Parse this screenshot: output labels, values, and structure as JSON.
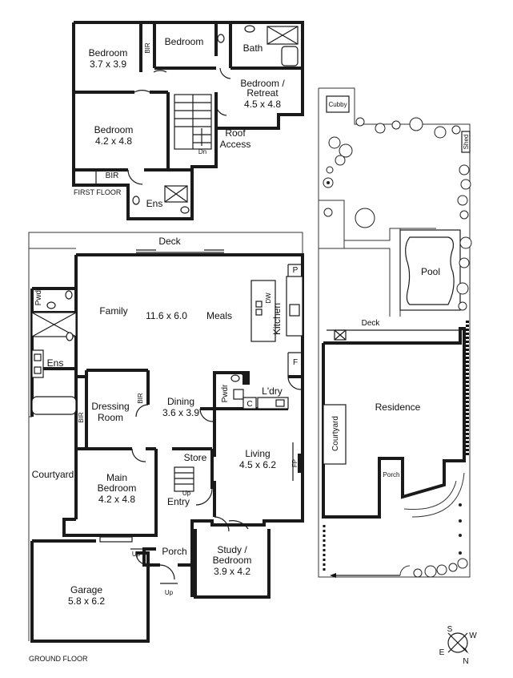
{
  "floors": {
    "first": "FIRST FLOOR",
    "ground": "GROUND FLOOR"
  },
  "first_floor_rooms": {
    "bedroom1": [
      "Bedroom",
      "3.7 x 3.9"
    ],
    "bedroom2": [
      "Bedroom"
    ],
    "bath": [
      "Bath"
    ],
    "retreat": [
      "Bedroom /",
      "Retreat",
      "4.5 x 4.8"
    ],
    "bedroom3": [
      "Bedroom",
      "4.2 x 4.8"
    ],
    "roof_access": [
      "Roof",
      "Access"
    ],
    "ens": [
      "Ens"
    ],
    "bir_top": "BIR",
    "bir_bottom": "BIR",
    "dn": "Dn"
  },
  "ground_floor_rooms": {
    "deck": "Deck",
    "pwdr_left": "Pwdr",
    "family": "Family",
    "size_main": "11.6 x 6.0",
    "meals": "Meals",
    "kitchen": "Kitchen",
    "dw": "DW",
    "p": "P",
    "f": "F",
    "ens": "Ens",
    "dressing": [
      "Dressing",
      "Room"
    ],
    "bir_dressing": "BIR",
    "bir_main": "BIR",
    "dining": [
      "Dining",
      "3.6 x 3.9"
    ],
    "pwdr_right": "Pwdr",
    "c": "C",
    "ldry": "L'dry",
    "store": "Store",
    "up_stair": "Up",
    "living": [
      "Living",
      "4.5 x 6.2"
    ],
    "fp": "FP",
    "courtyard": "Courtyard",
    "main_bedroom": [
      "Main",
      "Bedroom",
      "4.2 x 4.8"
    ],
    "entry": "Entry",
    "porch": "Porch",
    "up_porch": "Up",
    "up_garage": "Up",
    "study": [
      "Study /",
      "Bedroom",
      "3.9 x 4.2"
    ],
    "garage": [
      "Garage",
      "5.8 x 6.2"
    ]
  },
  "site_plan": {
    "cubby": "Cubby",
    "shed": "Shed",
    "pool": "Pool",
    "deck": "Deck",
    "residence": "Residence",
    "courtyard": "Courtyard",
    "porch": "Porch"
  },
  "compass": {
    "n": "N",
    "s": "S",
    "e": "E",
    "w": "W"
  }
}
